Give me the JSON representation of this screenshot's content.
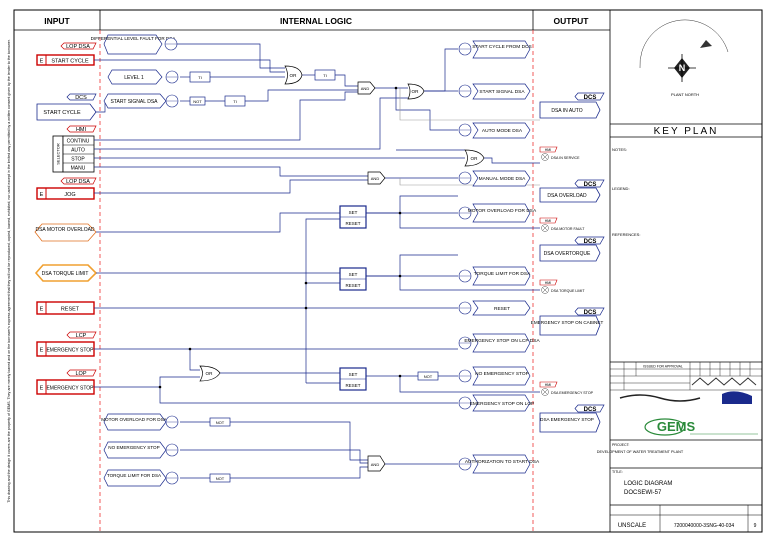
{
  "header": {
    "input": "INPUT",
    "logic": "INTERNAL LOGIC",
    "output": "OUTPUT"
  },
  "side_note": "This drawing and the design it covers are the property of GEMS. They are merely loaned and on the borrower's express agreement that they will not be reproduced, copied, loaned, exhibited, nor used except in the limited way permitted by a written consent given by the lender to the borrower.",
  "inputs": {
    "lop_dsa": "LOP DSA",
    "start_cycle": "START CYCLE",
    "dcs": "DCS",
    "start_cycle_dcs": "START CYCLE",
    "hmi": "HMI",
    "selector": [
      "CONTINU",
      "AUTO",
      "STOP",
      "MANU"
    ],
    "selector_label": "SELECTOR",
    "lop_dsa2": "LOP DSA",
    "jog": "JOG",
    "motor_overload": "DSA MOTOR OVERLOAD",
    "torque_limit": "DSA TORQUE LIMIT",
    "reset": "RESET",
    "lcp": "LCP",
    "emergency_stop": "EMERGENCY STOP",
    "lop": "LOP",
    "emergency_stop2": "EMERGENCY STOP",
    "e": "E"
  },
  "logic": {
    "diff_level": "DIFFERENTIAL LEVEL FAULT FOR DSA",
    "level1": "LEVEL 1",
    "start_signal": "START SIGNAL DSA",
    "or": "OR",
    "and": "AND",
    "not": "NOT",
    "set": "SET",
    "reset": "RESET",
    "timer": "TI",
    "motor_overload": "MOTOR OVERLOAD FOR DSA",
    "no_estop": "NO EMERGENCY STOP",
    "torque_limit": "TORQUE LIMIT FOR DSA"
  },
  "outputs": {
    "start_cycle_dcs": "START CYCLE FROM DCS",
    "start_signal": "START SIGNAL DSA",
    "auto_mode": "AUTO MODE DSA",
    "manual_mode": "MANUAL MODE DSA",
    "motor_overload": "MOTOR OVERLOAD FOR DSA",
    "torque_limit": "TORQUE LIMIT FOR DSA",
    "reset": "RESET",
    "estop_lcp": "EMERGENCY STOP ON LCP DSA",
    "no_estop": "NO EMERGENCY STOP",
    "estop_lop": "EMERGENCY STOP ON LOP",
    "authorization": "AUTHORIZATION TO START DSA",
    "dcs": "DCS",
    "hmi": "HMI",
    "dsa_in_auto": "DSA IN AUTO",
    "dsa_overload": "DSA OVERLOAD",
    "dsa_overtorque": "DSA OVERTORQUE",
    "estop_cabinet": "EMERGENCY STOP ON CABINET",
    "dsa_estop": "DSA EMERGENCY STOP",
    "hmi_in_service": "DSA IN SERVICE",
    "hmi_motor_fault": "DSA MOTOR FAULT",
    "hmi_torque": "DSA TORQUE LIMIT",
    "hmi_estop": "DSA EMERGENCY STOP"
  },
  "title_block": {
    "compass": "PLANT NORTH",
    "key_plan": "KEY PLAN",
    "notes": "NOTES:",
    "legend": "LEGEND:",
    "references": "REFERENCES:",
    "issued": "ISSUED FOR APPROVAL",
    "company": "GEMS",
    "project": "DEVELOPMENT OF WATER TREATMENT PLANT",
    "title": "LOGIC DIAGRAM",
    "title2": "DOCSEWI-57",
    "scale": "UNSCALE",
    "doc_no": "7200040000-3SNG-40-034",
    "sheet": "9"
  }
}
